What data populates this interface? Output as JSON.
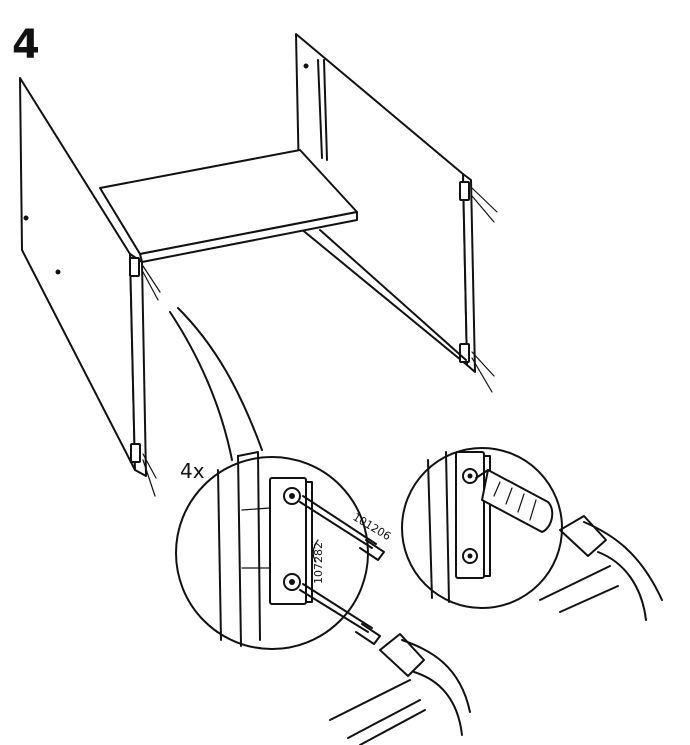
{
  "step": {
    "number": "4"
  },
  "detail": {
    "quantity": "4x"
  },
  "parts": {
    "nail_code": "101206",
    "fitting_code": "107282"
  },
  "colors": {
    "ink": "#111111",
    "paper": "#ffffff"
  }
}
